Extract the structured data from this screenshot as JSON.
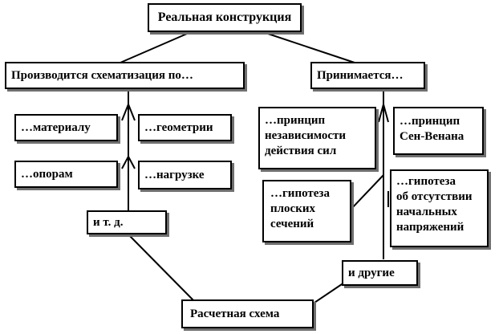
{
  "diagram": {
    "nodes": {
      "root": "Реальная конструкция",
      "schematize": "Производится схематизация по…",
      "accepted": "Принимается…",
      "material": "…материалу",
      "geometry": "…геометрии",
      "supports": "…опорам",
      "load": "…нагрузке",
      "etc": "и т. д.",
      "independence": "…принцип\nнезависимости\nдействия сил",
      "saint_venant": "…принцип\nСен-Венана",
      "plane_sections": "…гипотеза\nплоских\nсечений",
      "no_initial_stress": "…гипотеза\nоб отсутствии\nначальных\nнапряжений",
      "others": "и другие",
      "scheme": "Расчетная схема"
    },
    "colors": {
      "line": "#000000",
      "shadow": "#6f6f6f",
      "background": "#ffffff"
    }
  }
}
